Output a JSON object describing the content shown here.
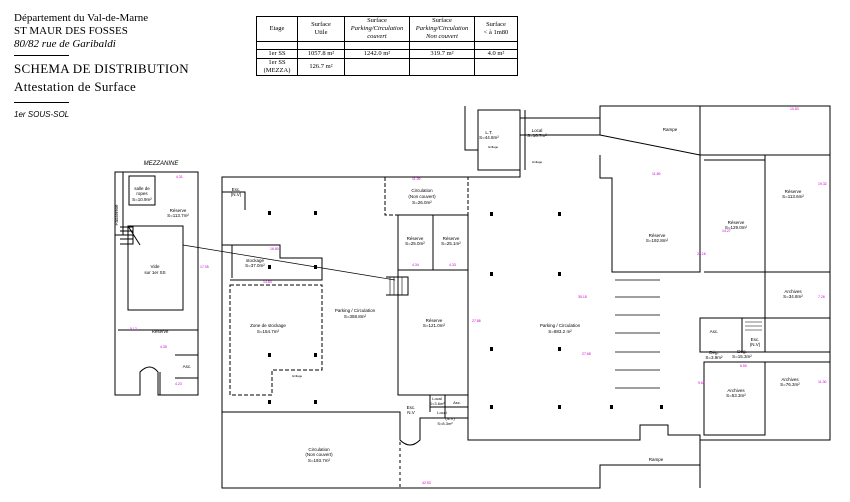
{
  "header": {
    "department": "Département du Val-de-Marne",
    "city": "ST MAUR DES FOSSES",
    "address": "80/82 rue de Garibaldi",
    "title1": "SCHEMA DE DISTRIBUTION",
    "title2": "Attestation de Surface",
    "level": "1er SOUS-SOL"
  },
  "table": {
    "headers": {
      "etage": "Etage",
      "utile_1": "Surface",
      "utile_2": "Utile",
      "pc_1": "Surface",
      "pc_2": "Parking/Circulation",
      "pc_3": "couvert",
      "pnc_1": "Surface",
      "pnc_2": "Parking/Circulation",
      "pnc_3": "Non couvert",
      "small_1": "Surface",
      "small_2": "< à 1m80"
    },
    "rows": [
      {
        "etage": "1er SS",
        "utile": "1057.8 m²",
        "pc": "1242.0 m²",
        "pnc": "319.7 m²",
        "small": "4.0 m²"
      },
      {
        "etage": "1er SS (MEZZA)",
        "utile": "126.7 m²",
        "pc": "",
        "pnc": "",
        "small": ""
      }
    ]
  },
  "plan": {
    "mezzanine_title": "MEZZANINE",
    "rooms": {
      "salle_ropes_1": "salle de",
      "salle_ropes_2": "ropes",
      "salle_ropes_3": "S=10.9m²",
      "passerelle": "Passerelle",
      "reserve_mezz_top_1": "Réserve",
      "reserve_mezz_top_2": "S=113.7m²",
      "vide_1": "Vide",
      "vide_2": "sur 1er SS",
      "reserve_mezz_bot": "Réserve",
      "asc_mezz": "Asc.",
      "esc_nv_1": "Esc.",
      "esc_nv_2": "(N.V)",
      "stockage_1": "stockage",
      "stockage_2": "S=37.0m²",
      "zone_stockage_1": "Zone de stockage",
      "zone_stockage_2": "S=154.7m²",
      "parking_left_1": "Parking / Circulation",
      "parking_left_2": "S=358.8m²",
      "circ_top_1": "Circulation",
      "circ_top_2": "(Non couvert)",
      "circ_top_3": "S=26.0m²",
      "reserve_a_1": "Réserve",
      "reserve_a_2": "S=25.0m²",
      "reserve_b_1": "Réserve",
      "reserve_b_2": "S=25.1m²",
      "reserve_c_1": "Réserve",
      "reserve_c_2": "S=121.0m²",
      "esc_nv_b_1": "Esc.",
      "esc_nv_b_2": "N.V",
      "local_a_1": "Local",
      "local_a_2": "S=3.6m²",
      "asc_mid": "Asc.",
      "local_b_1": "Local",
      "local_b_2": "S=8.3m²",
      "local_nv": "(N.V)",
      "circ_bottom_1": "Circulation",
      "circ_bottom_2": "(Non couvert)",
      "circ_bottom_3": "S=193.7m²",
      "lt_1": "L.T.",
      "lt_2": "S=44.8m²",
      "local_top_1": "Local",
      "local_top_2": "S=16.7m²",
      "ramp_top": "Rampe",
      "parking_right_1": "Parking / Circulation",
      "parking_right_2": "S=883.2 m²",
      "reserve_d_1": "Réserve",
      "reserve_d_2": "S=192.8m²",
      "reserve_e_1": "Réserve",
      "reserve_e_2": "S=129.0m²",
      "reserve_f_1": "Réserve",
      "reserve_f_2": "S=113.6m²",
      "archives_a_1": "Archives",
      "archives_a_2": "S=34.8m²",
      "archives_b_1": "Archives",
      "archives_b_2": "S=53.3m²",
      "archives_c_1": "Archives",
      "archives_c_2": "S=76.3m²",
      "asc_right": "Asc.",
      "esc_right_1": "Esc.",
      "esc_right_2": "(N.V)",
      "deg_a_1": "Dég.",
      "deg_a_2": "S=3.9m²",
      "deg_b_1": "Dég.",
      "deg_b_2": "S=15.3m²",
      "ramp_bottom": "Rampe",
      "sas_1": "Grillage",
      "sas_2": "Grillage",
      "sas_3": "Grillage"
    }
  }
}
